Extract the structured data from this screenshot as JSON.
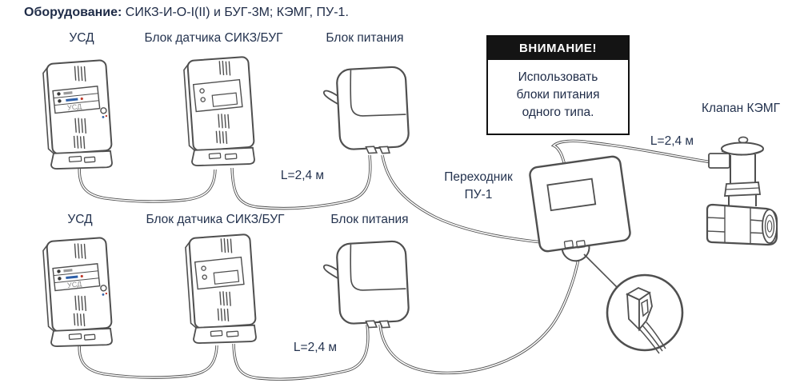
{
  "title": {
    "label": "Оборудование:",
    "text": " СИКЗ-И-О-I(II) и БУГ-3М; КЭМГ, ПУ-1."
  },
  "warning": {
    "header": "ВНИМАНИЕ!",
    "lines": [
      "Использовать",
      "блоки питания",
      "одного типа."
    ]
  },
  "rows": {
    "top": {
      "usd": "УСД",
      "sensor": "Блок датчика СИКЗ/БУГ",
      "psu": "Блок питания",
      "cable_length": "L=2,4 м"
    },
    "bottom": {
      "usd": "УСД",
      "sensor": "Блок датчика СИКЗ/БУГ",
      "psu": "Блок питания",
      "cable_length": "L=2,4 м"
    }
  },
  "adapter": {
    "line1": "Переходник",
    "line2": "ПУ-1"
  },
  "valve": {
    "label": "Клапан КЭМГ",
    "cable_length": "L=2,4 м"
  },
  "device_sticker": {
    "usd": "УСД"
  },
  "colors": {
    "text": "#24334f",
    "line": "#4f4f4f",
    "warning_bg": "#141414",
    "warning_text": "#ffffff",
    "background": "#ffffff",
    "accent_blue": "#2d5fa8",
    "accent_red": "#c0392b"
  }
}
